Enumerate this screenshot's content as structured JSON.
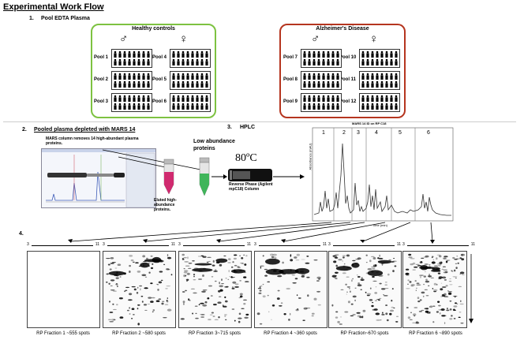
{
  "title": "Experimental Work Flow",
  "step1": {
    "number": "1.",
    "label": "Pool EDTA Plasma"
  },
  "healthy": {
    "title": "Healthy controls",
    "male_symbol": "♂",
    "female_symbol": "♀",
    "pools": [
      "Pool 1",
      "Pool 2",
      "Pool 3",
      "Pool 4",
      "Pool 5",
      "Pool 6"
    ]
  },
  "alzheimers": {
    "title": "Alzheimer's Disease",
    "male_symbol": "♂",
    "female_symbol": "♀",
    "pools": [
      "Pool 7",
      "Pool 8",
      "Pool 9",
      "Pool 10",
      "Pool 11",
      "Pool 12"
    ]
  },
  "step2": {
    "number": "2.",
    "label": "Pooled plasma depleted with MARS 14",
    "mars_note": "MARS column removes 14 high-abundant plasma proteins.",
    "eluted": "Eluted high-abundance proteins.",
    "low_abundance": "Low abundance proteins",
    "temperature": "80ºC",
    "column": "Reverse Phase (Agilent mpC18) Column"
  },
  "step3": {
    "number": "3.",
    "label": "HPLC",
    "chart_title": "MARS 14 ID on RP C18",
    "fractions": [
      "1",
      "2",
      "3",
      "4",
      "5",
      "6"
    ],
    "xlabel": "Time (min)",
    "ylabel": "Absorbance (mAU)"
  },
  "step4": {
    "number": "4.",
    "tick_left": "3",
    "tick_right": "11",
    "gels": [
      {
        "label": "RP Fraction 1 ~555 spots",
        "spots": 555
      },
      {
        "label": "RP Fraction 2 ~580 spots",
        "spots": 580
      },
      {
        "label": "RP Fraction 3~715 spots",
        "spots": 715
      },
      {
        "label": "RP Fraction 4 ~360 spots",
        "spots": 360
      },
      {
        "label": "RP Fraction~670 spots",
        "spots": 670
      },
      {
        "label": "RP Fraction 6 ~890 spots",
        "spots": 890
      }
    ]
  }
}
